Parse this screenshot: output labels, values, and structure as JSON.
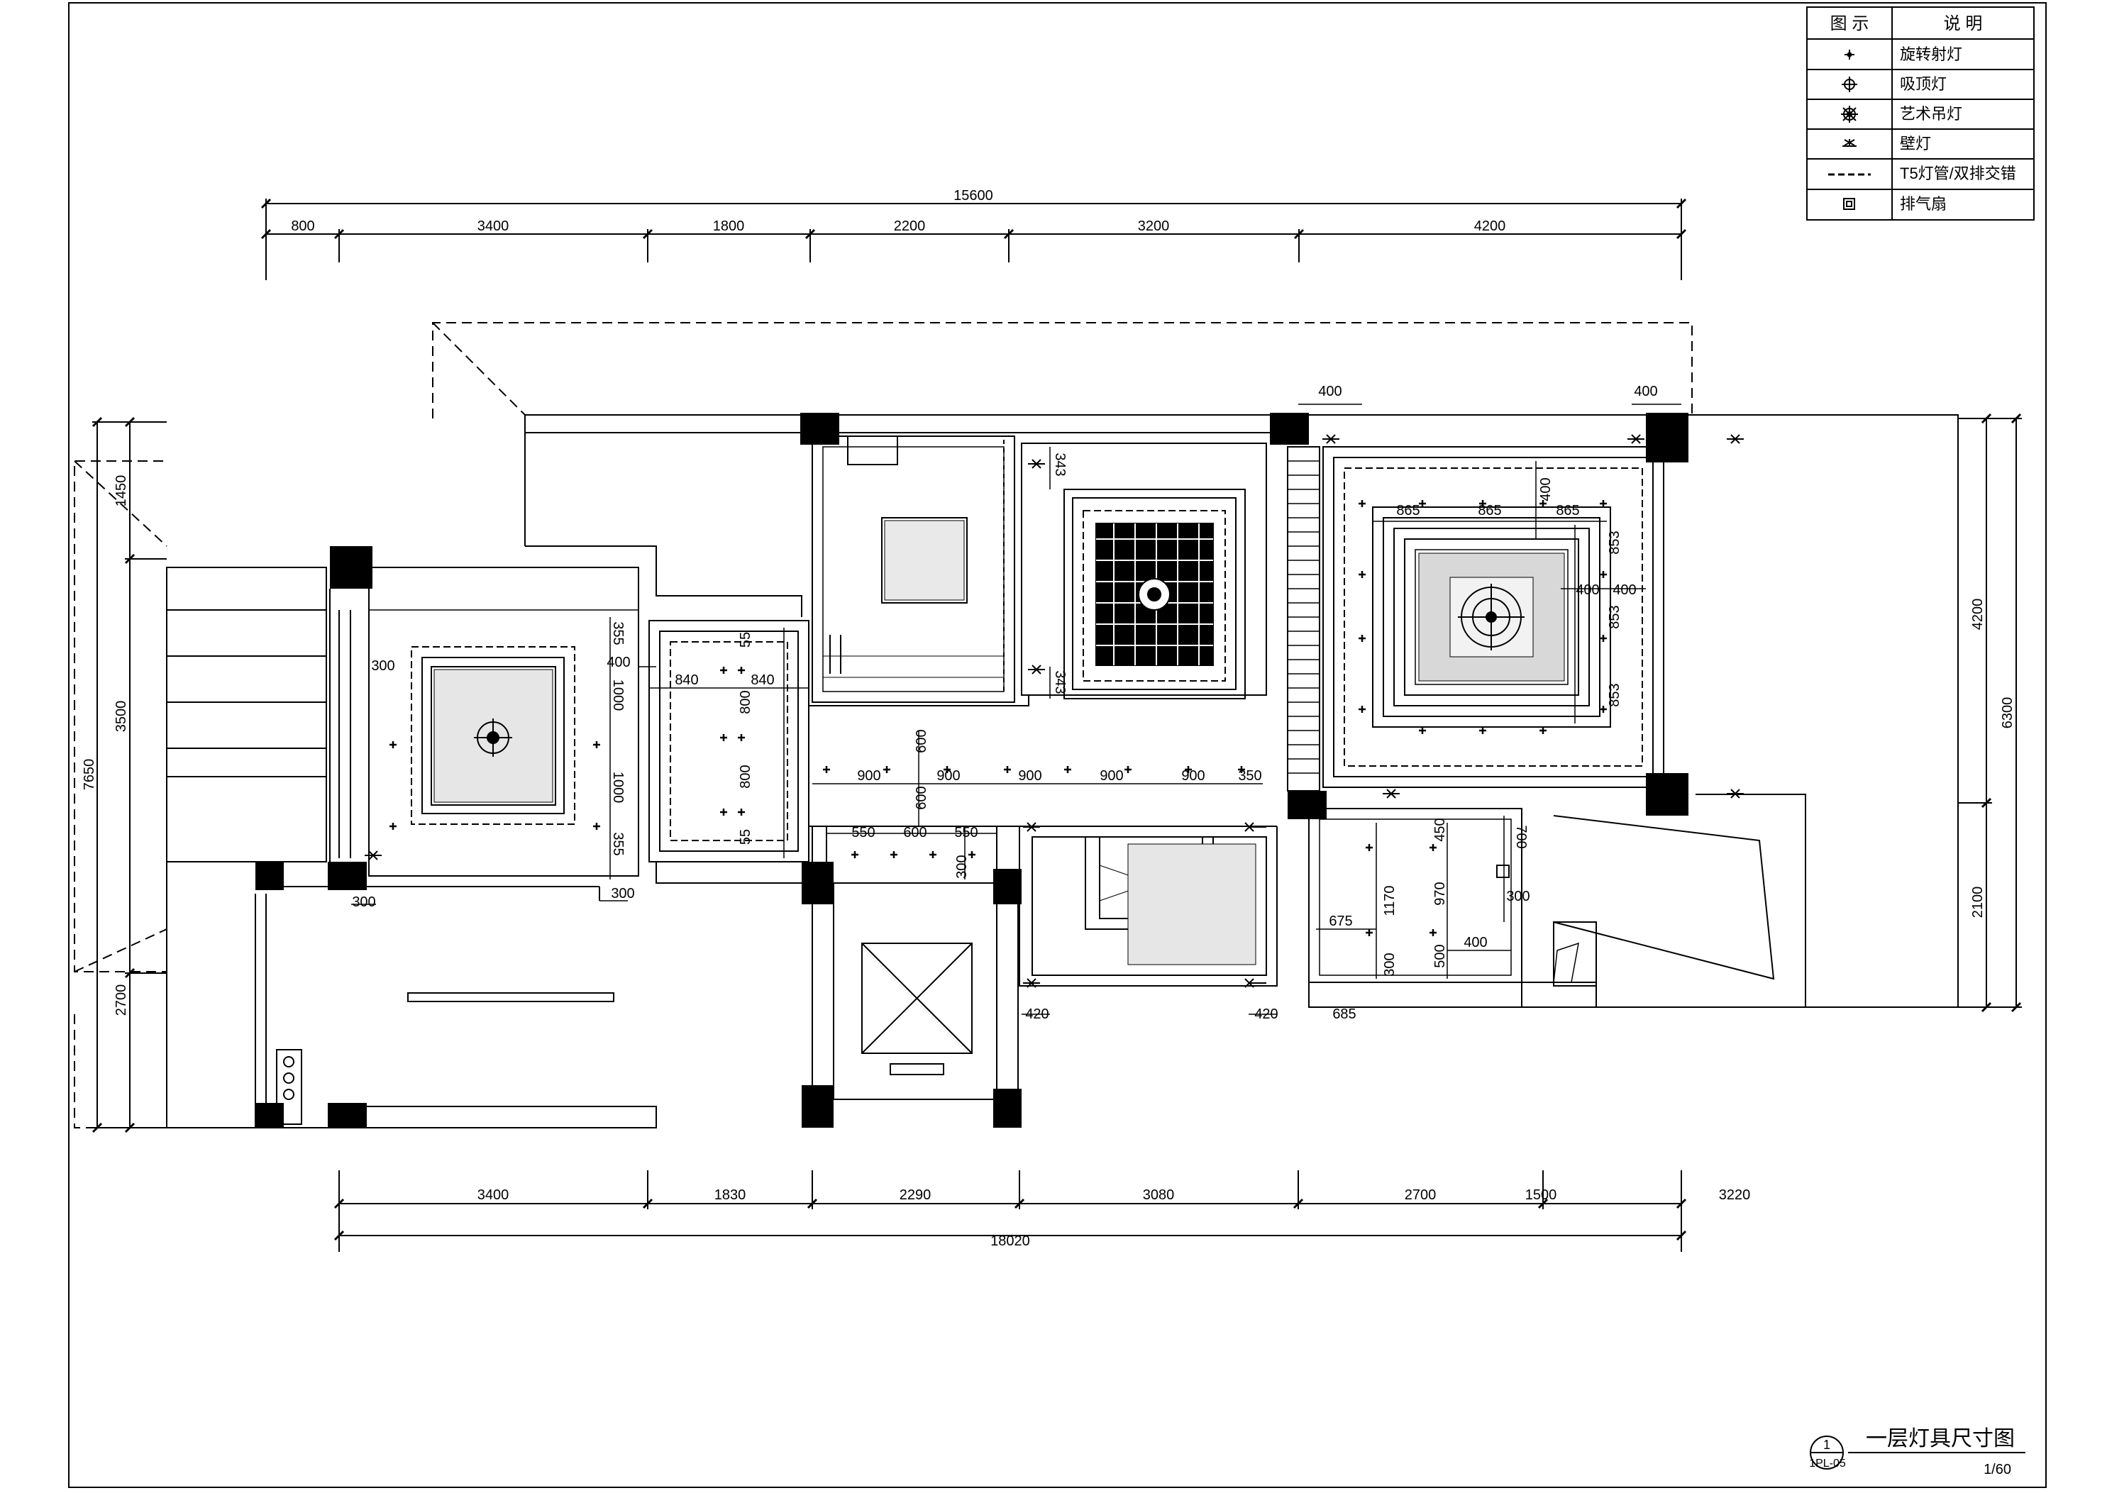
{
  "legend": {
    "header_symbol": "图 示",
    "header_desc": "说 明",
    "rows": [
      {
        "icon": "rotating-spotlight-icon",
        "label": "旋转射灯"
      },
      {
        "icon": "ceiling-light-icon",
        "label": "吸顶灯"
      },
      {
        "icon": "chandelier-icon",
        "label": "艺术吊灯"
      },
      {
        "icon": "wall-lamp-icon",
        "label": "壁灯"
      },
      {
        "icon": "t5-tube-icon",
        "label": "T5灯管/双排交错"
      },
      {
        "icon": "exhaust-fan-icon",
        "label": "排气扇"
      }
    ]
  },
  "dimensions": {
    "top_total": "15600",
    "top_segments": [
      "800",
      "3400",
      "1800",
      "2200",
      "3200",
      "4200"
    ],
    "bottom_total": "18020",
    "bottom_segments": [
      "3400",
      "1830",
      "2290",
      "3080",
      "2700",
      "1500",
      "3220"
    ],
    "left_total": "7650",
    "left_segments": [
      "1450",
      "3500",
      "2700"
    ],
    "right_total": "6300",
    "right_segments": [
      "4200",
      "2100"
    ],
    "interior": {
      "d400_top_a": "400",
      "d400_top_b": "400",
      "d865_a": "865",
      "d865_b": "865",
      "d865_c": "865",
      "d400_v": "400",
      "d853_a": "853",
      "d853_b": "853",
      "d853_c": "853",
      "d400_h_a": "400",
      "d400_h_b": "400",
      "d343_a": "343",
      "d343_b": "343",
      "d355_a": "355",
      "d355_b": "355",
      "d300_a": "300",
      "d400_l": "400",
      "d1000_a": "1000",
      "d1000_b": "1000",
      "d55_a": "55",
      "d55_b": "55",
      "d840_a": "840",
      "d840_b": "840",
      "d800_a": "800",
      "d800_b": "800",
      "d600_a": "600",
      "d600_b": "600",
      "d900_1": "900",
      "d900_2": "900",
      "d900_3": "900",
      "d900_4": "900",
      "d900_5": "900",
      "d350": "350",
      "d550_a": "550",
      "d600_c": "600",
      "d550_b": "550",
      "d300_b": "300",
      "d300_c": "300",
      "d300_d": "300",
      "d420_a": "420",
      "d420_b": "420",
      "d450": "450",
      "d700": "700",
      "d1170": "1170",
      "d970": "970",
      "d675": "675",
      "d500": "500",
      "d400_k": "400",
      "d300_k": "300",
      "d300_k2": "300",
      "d685": "685"
    }
  },
  "title_block": {
    "detail_number": "1",
    "sheet_ref": "1PL-05",
    "title": "一层灯具尺寸图",
    "scale": "1/60"
  }
}
